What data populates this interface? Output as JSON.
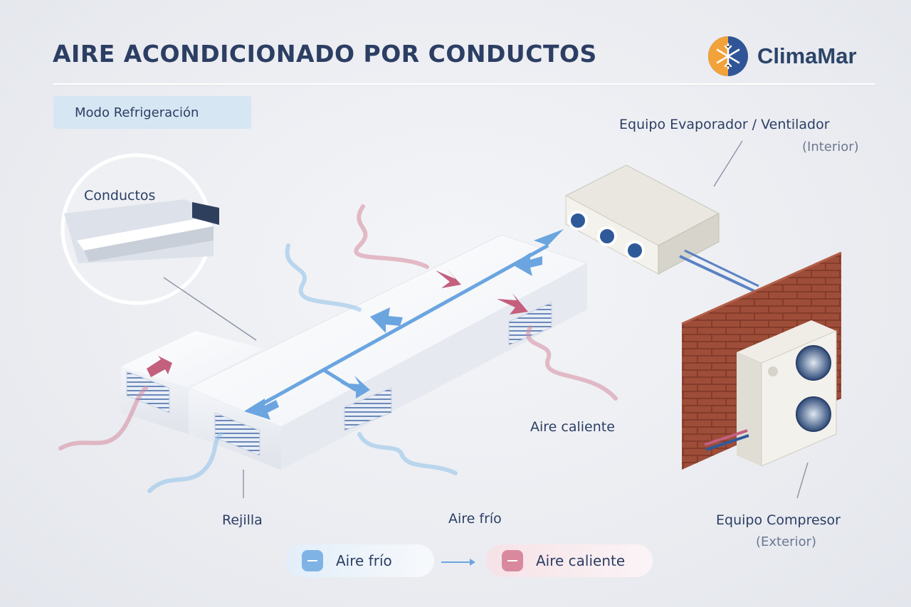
{
  "header": {
    "title": "AIRE ACONDICIONADO POR CONDUCTOS",
    "brand": "ClimaMar",
    "brand_icon": "snowflake-sun-logo"
  },
  "mode": {
    "label": "Modo Refrigeración"
  },
  "labels": {
    "conductos": "Conductos",
    "evaporador_title": "Equipo Evaporador / Ventilador",
    "evaporador_sub": "(Interior)",
    "compresor_title": "Equipo Compresor",
    "compresor_sub": "(Exterior)",
    "aire_caliente": "Aire caliente",
    "aire_frio": "Aire frío",
    "rejilla": "Rejilla"
  },
  "legend": {
    "cold": "Aire frío",
    "hot": "Aire caliente"
  },
  "colors": {
    "cold": "#6aa5e0",
    "hot": "#d68a9e",
    "brick": "#9a4a36",
    "title": "#2c3e63"
  }
}
